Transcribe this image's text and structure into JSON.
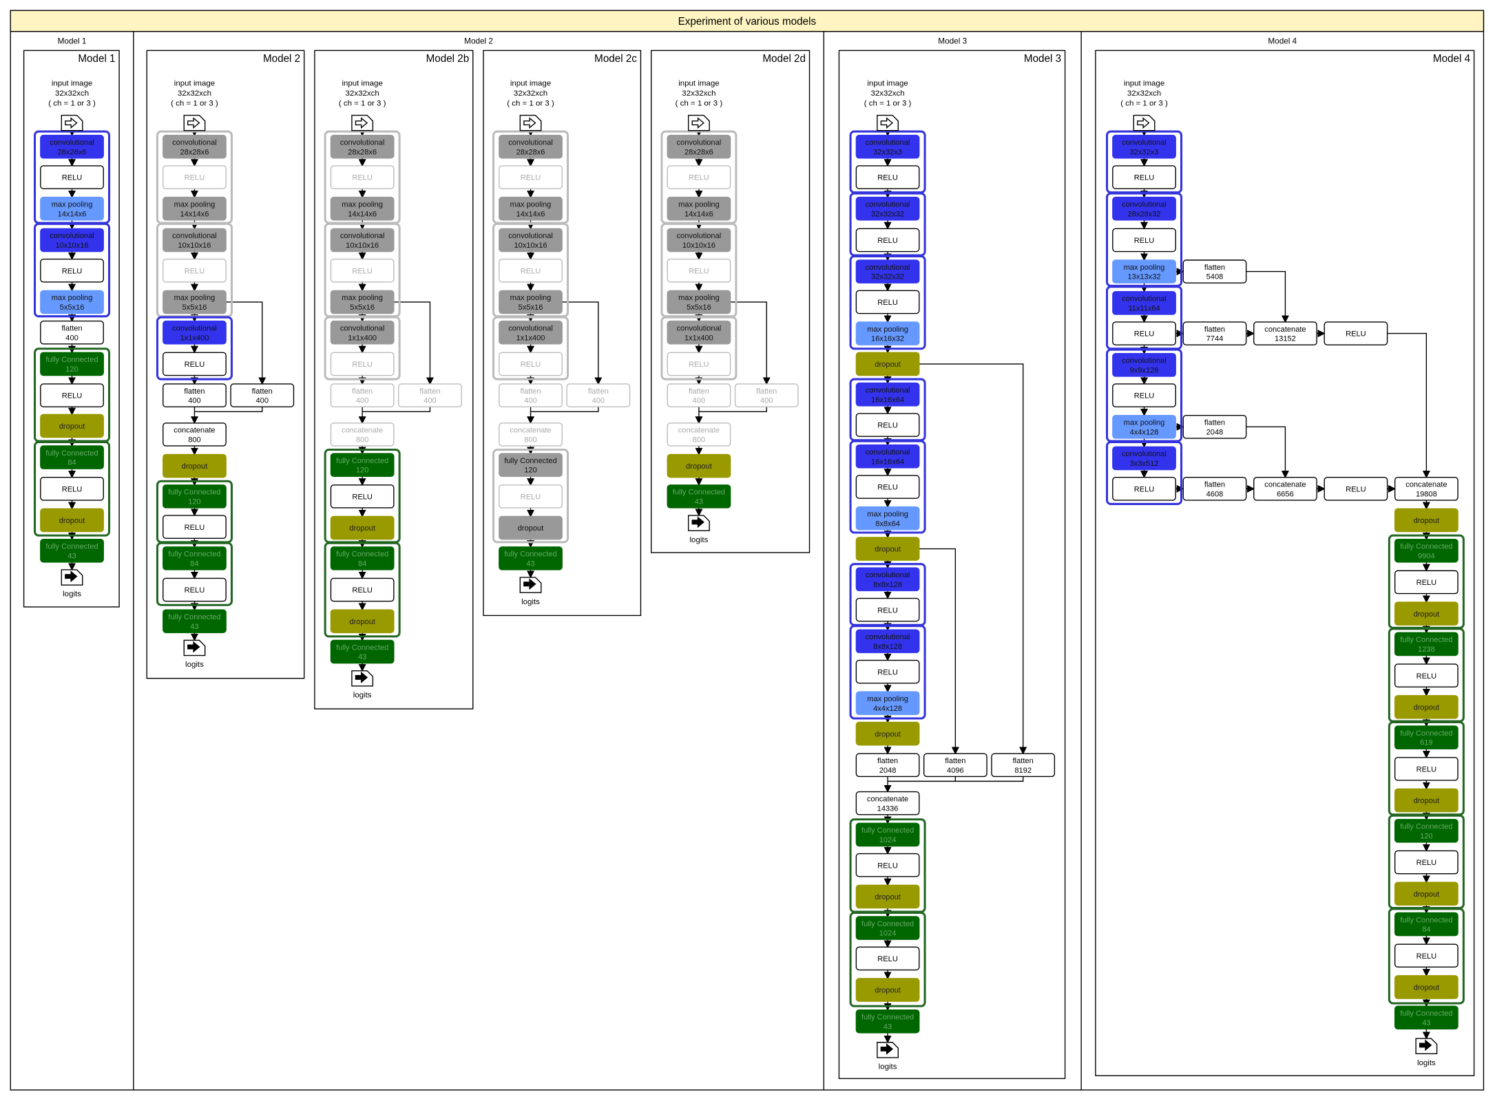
{
  "title": "Experiment of various models",
  "columns": [
    "Model 1",
    "Model 2",
    "Model 3",
    "Model 4"
  ],
  "panels": [
    "Model 1",
    "Model 2",
    "Model 2b",
    "Model 2c",
    "Model 2d",
    "Model 3",
    "Model 4"
  ],
  "input_label": [
    "input image",
    "32x32xch",
    "( ch = 1 or 3 )"
  ],
  "output_label": "logits",
  "colors": {
    "header_bg": "#FFF4C2",
    "conv": "#3333EE",
    "maxpool": "#6699FF",
    "fc": "#006600",
    "dropout": "#999900",
    "disabled": "#999999",
    "block_blue": "#3333DD",
    "block_green": "#226622",
    "block_gray": "#BBBBBB"
  },
  "models": {
    "model1": {
      "layers": [
        [
          "convolutional",
          "28x28x6"
        ],
        [
          "RELU"
        ],
        [
          "max pooling",
          "14x14x6"
        ],
        [
          "convolutional",
          "10x10x16"
        ],
        [
          "RELU"
        ],
        [
          "max pooling",
          "5x5x16"
        ],
        [
          "flatten",
          "400"
        ],
        [
          "fully Connected",
          "120"
        ],
        [
          "RELU"
        ],
        [
          "dropout"
        ],
        [
          "fully Connected",
          "84"
        ],
        [
          "RELU"
        ],
        [
          "dropout"
        ],
        [
          "fully Connected",
          "43"
        ]
      ]
    },
    "model2": {
      "layers": [
        [
          "convolutional",
          "28x28x6"
        ],
        [
          "RELU"
        ],
        [
          "max pooling",
          "14x14x6"
        ],
        [
          "convolutional",
          "10x10x16"
        ],
        [
          "RELU"
        ],
        [
          "max pooling",
          "5x5x16"
        ],
        [
          "convolutional",
          "1x1x400"
        ],
        [
          "RELU"
        ],
        [
          "flatten",
          "400"
        ],
        [
          "flatten",
          "400"
        ],
        [
          "concatenate",
          "800"
        ],
        [
          "dropout"
        ],
        [
          "fully Connected",
          "120"
        ],
        [
          "RELU"
        ],
        [
          "fully Connected",
          "84"
        ],
        [
          "RELU"
        ],
        [
          "fully Connected",
          "43"
        ]
      ]
    },
    "model2b": {
      "layers": [
        [
          "convolutional",
          "28x28x6"
        ],
        [
          "RELU"
        ],
        [
          "max pooling",
          "14x14x6"
        ],
        [
          "convolutional",
          "10x10x16"
        ],
        [
          "RELU"
        ],
        [
          "max pooling",
          "5x5x16"
        ],
        [
          "convolutional",
          "1x1x400"
        ],
        [
          "RELU"
        ],
        [
          "flatten",
          "400"
        ],
        [
          "flatten",
          "400"
        ],
        [
          "concatenate",
          "800"
        ],
        [
          "fully Connected",
          "120"
        ],
        [
          "RELU"
        ],
        [
          "dropout"
        ],
        [
          "fully Connected",
          "84"
        ],
        [
          "RELU"
        ],
        [
          "dropout"
        ],
        [
          "fully Connected",
          "43"
        ]
      ]
    },
    "model2c": {
      "layers": [
        [
          "convolutional",
          "28x28x6"
        ],
        [
          "RELU"
        ],
        [
          "max pooling",
          "14x14x6"
        ],
        [
          "convolutional",
          "10x10x16"
        ],
        [
          "RELU"
        ],
        [
          "max pooling",
          "5x5x16"
        ],
        [
          "convolutional",
          "1x1x400"
        ],
        [
          "RELU"
        ],
        [
          "flatten",
          "400"
        ],
        [
          "flatten",
          "400"
        ],
        [
          "concatenate",
          "800"
        ],
        [
          "fully Connected",
          "120"
        ],
        [
          "RELU"
        ],
        [
          "dropout"
        ],
        [
          "fully Connected",
          "43"
        ]
      ]
    },
    "model2d": {
      "layers": [
        [
          "convolutional",
          "28x28x6"
        ],
        [
          "RELU"
        ],
        [
          "max pooling",
          "14x14x6"
        ],
        [
          "convolutional",
          "10x10x16"
        ],
        [
          "RELU"
        ],
        [
          "max pooling",
          "5x5x16"
        ],
        [
          "convolutional",
          "1x1x400"
        ],
        [
          "RELU"
        ],
        [
          "flatten",
          "400"
        ],
        [
          "flatten",
          "400"
        ],
        [
          "concatenate",
          "800"
        ],
        [
          "dropout"
        ],
        [
          "fully Connected",
          "43"
        ]
      ]
    },
    "model3": {
      "layers": [
        [
          "convolutional",
          "32x32x3"
        ],
        [
          "RELU"
        ],
        [
          "convolutional",
          "32x32x32"
        ],
        [
          "RELU"
        ],
        [
          "convolutional",
          "32x32x32"
        ],
        [
          "RELU"
        ],
        [
          "max pooling",
          "16x16x32"
        ],
        [
          "dropout"
        ],
        [
          "convolutional",
          "16x16x64"
        ],
        [
          "RELU"
        ],
        [
          "convolutional",
          "16x16x64"
        ],
        [
          "RELU"
        ],
        [
          "max pooling",
          "8x8x64"
        ],
        [
          "dropout"
        ],
        [
          "convolutional",
          "8x8x128"
        ],
        [
          "RELU"
        ],
        [
          "convolutional",
          "8x8x128"
        ],
        [
          "RELU"
        ],
        [
          "max pooling",
          "4x4x128"
        ],
        [
          "dropout"
        ],
        [
          "flatten",
          "2048"
        ],
        [
          "flatten",
          "4096"
        ],
        [
          "flatten",
          "8192"
        ],
        [
          "concatenate",
          "14336"
        ],
        [
          "fully Connected",
          "1024"
        ],
        [
          "RELU"
        ],
        [
          "dropout"
        ],
        [
          "fully Connected",
          "1024"
        ],
        [
          "RELU"
        ],
        [
          "dropout"
        ],
        [
          "fully Connected",
          "43"
        ]
      ]
    },
    "model4": {
      "layers": [
        [
          "convolutional",
          "32x32x3"
        ],
        [
          "RELU"
        ],
        [
          "convolutional",
          "28x28x32"
        ],
        [
          "RELU"
        ],
        [
          "max pooling",
          "13x13x32"
        ],
        [
          "convolutional",
          "11x11x64"
        ],
        [
          "RELU"
        ],
        [
          "convolutional",
          "9x9x128"
        ],
        [
          "RELU"
        ],
        [
          "max pooling",
          "4x4x128"
        ],
        [
          "convolutional",
          "3x3x512"
        ],
        [
          "RELU"
        ],
        [
          "flatten",
          "5408"
        ],
        [
          "flatten",
          "7744"
        ],
        [
          "concatenate",
          "13152"
        ],
        [
          "RELU"
        ],
        [
          "flatten",
          "2048"
        ],
        [
          "flatten",
          "4608"
        ],
        [
          "concatenate",
          "6656"
        ],
        [
          "RELU"
        ],
        [
          "concatenate",
          "19808"
        ],
        [
          "dropout"
        ],
        [
          "fully Connected",
          "9904"
        ],
        [
          "RELU"
        ],
        [
          "dropout"
        ],
        [
          "fully Connected",
          "1238"
        ],
        [
          "RELU"
        ],
        [
          "dropout"
        ],
        [
          "fully Connected",
          "619"
        ],
        [
          "RELU"
        ],
        [
          "dropout"
        ],
        [
          "fully Connected",
          "120"
        ],
        [
          "RELU"
        ],
        [
          "dropout"
        ],
        [
          "fully Connected",
          "84"
        ],
        [
          "RELU"
        ],
        [
          "dropout"
        ],
        [
          "fully Connected",
          "43"
        ]
      ]
    }
  }
}
